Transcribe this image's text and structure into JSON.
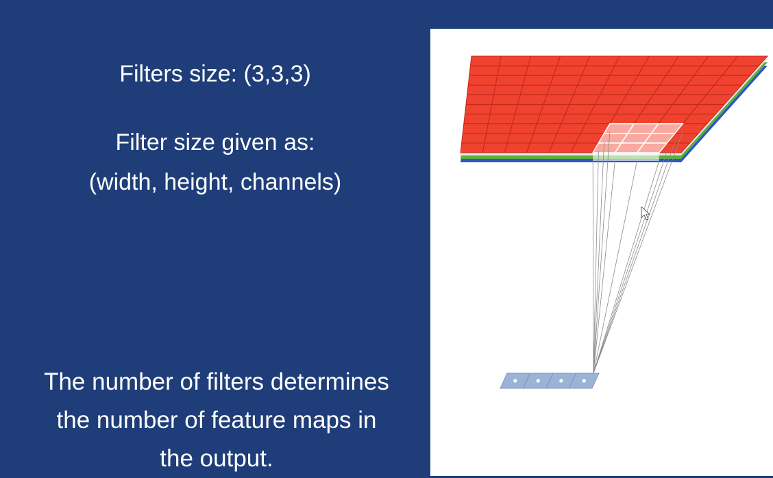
{
  "slide": {
    "filters_size": "Filters size: (3,3,3)",
    "filter_size_given_as_line1": "Filter size given as:",
    "filter_size_given_as_line2": "(width, height, channels)",
    "bottom_line1": "The number of filters determines",
    "bottom_line2": "the number of feature maps in",
    "bottom_line3": "the output."
  },
  "diagram": {
    "input_grid_cells": 10,
    "filter_cells": 3,
    "output_cells": 4,
    "colors": {
      "red_layer": "#f0432f",
      "red_grid_line": "#c22a1c",
      "green_layer": "#5cae3f",
      "blue_layer": "#2e55c4",
      "filter_highlight": "#ffffff",
      "output_cell": "#9bb3d6",
      "output_dot": "#ffffff",
      "projection_line": "#8a8a8a"
    },
    "icons": [
      "mouse-cursor-icon"
    ]
  }
}
